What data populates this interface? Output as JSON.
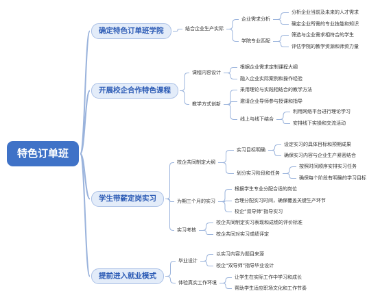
{
  "root": "特色订单班",
  "branches": [
    {
      "label": "确定特色订单班学院",
      "children": [
        {
          "label": "结合企业生产实际",
          "children": [
            {
              "label": "企业需求分析",
              "children": [
                "分析企业当前及未来的人才需求",
                "确定企业所需的专业技能和知识"
              ]
            },
            {
              "label": "学院专业匹配",
              "children": [
                "筛选与企业需求相符合的学生",
                "评估学院的教学资源和师资力量"
              ]
            }
          ]
        }
      ]
    },
    {
      "label": "开展校企合作特色课程",
      "children": [
        {
          "label": "课程内容设计",
          "children": [
            {
              "label": "根据企业需求定制课程大纲"
            },
            {
              "label": "融入企业实际案例和操作经验"
            }
          ]
        },
        {
          "label": "教学方式创新",
          "children": [
            {
              "label": "采用理论与实践相结合的教学方法"
            },
            {
              "label": "邀请企业导师参与授课和指导"
            },
            {
              "label": "线上与线下结合",
              "children": [
                "利用网络平台进行理论学习",
                "安排线下实操和交流活动"
              ]
            }
          ]
        }
      ]
    },
    {
      "label": "学生带薪定岗实习",
      "children": [
        {
          "label": "校企共同制定大纲",
          "children": [
            {
              "label": "实习目标明确",
              "children": [
                "设定实习的具体目标和预期成果",
                "确保实习内容与企业生产紧密结合"
              ]
            },
            {
              "label": "划分实习阶段和任务",
              "children": [
                "按照时间顺序安排实习任务",
                "确保每个阶段有明确的学习目标"
              ]
            }
          ]
        },
        {
          "label": "为期三个月的实习",
          "children": [
            {
              "label": "根据学生专业分配合适的岗位"
            },
            {
              "label": "合理分配实习时间，确保覆盖关键生产环节"
            },
            {
              "label": "校企“双导师”指导实习"
            }
          ]
        },
        {
          "label": "实习考核",
          "children": [
            {
              "label": "校企共同制定实习表现和成绩的评价标准"
            },
            {
              "label": "校企共同对实习成绩评定"
            }
          ]
        }
      ]
    },
    {
      "label": "提前进入就业模式",
      "children": [
        {
          "label": "毕业设计",
          "children": [
            {
              "label": "以实习内容为题目来源"
            },
            {
              "label": "校企“双导师”指导毕业设计"
            }
          ]
        },
        {
          "label": "体验真实工作环境",
          "children": [
            {
              "label": "让学生在实际工作中学习和成长"
            },
            {
              "label": "帮助学生适应职场文化和工作节奏"
            }
          ]
        }
      ]
    }
  ],
  "colors": {
    "root": "#3f72c7",
    "branch_fill": "#e3ecf9",
    "branch_border": "#aac0e6",
    "branch_text": "#2c5bb5",
    "line": "#9ab3dc",
    "text": "#333333"
  }
}
